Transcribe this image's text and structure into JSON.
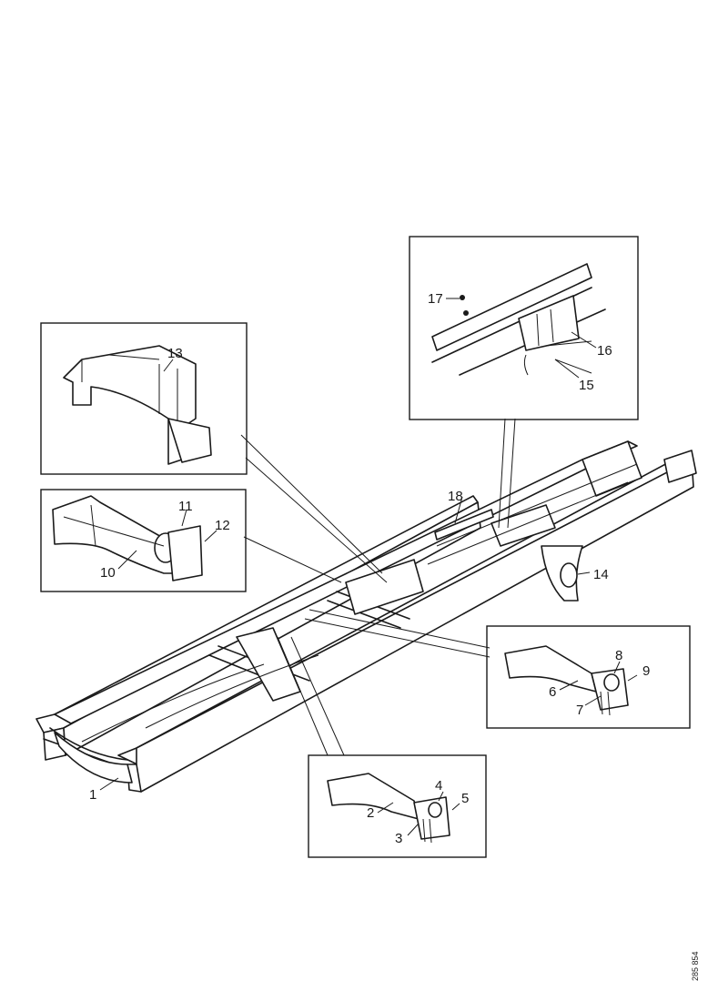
{
  "labels": {
    "p1": "1",
    "p2": "2",
    "p3": "3",
    "p4": "4",
    "p5": "5",
    "p6": "6",
    "p7": "7",
    "p8": "8",
    "p9": "9",
    "p10": "10",
    "p11": "11",
    "p12": "12",
    "p13": "13",
    "p14": "14",
    "p15": "15",
    "p16": "16",
    "p17": "17",
    "p18": "18"
  },
  "figure_code": "285 854",
  "colors": {
    "ink": "#1a1a1a",
    "paper": "#ffffff"
  }
}
